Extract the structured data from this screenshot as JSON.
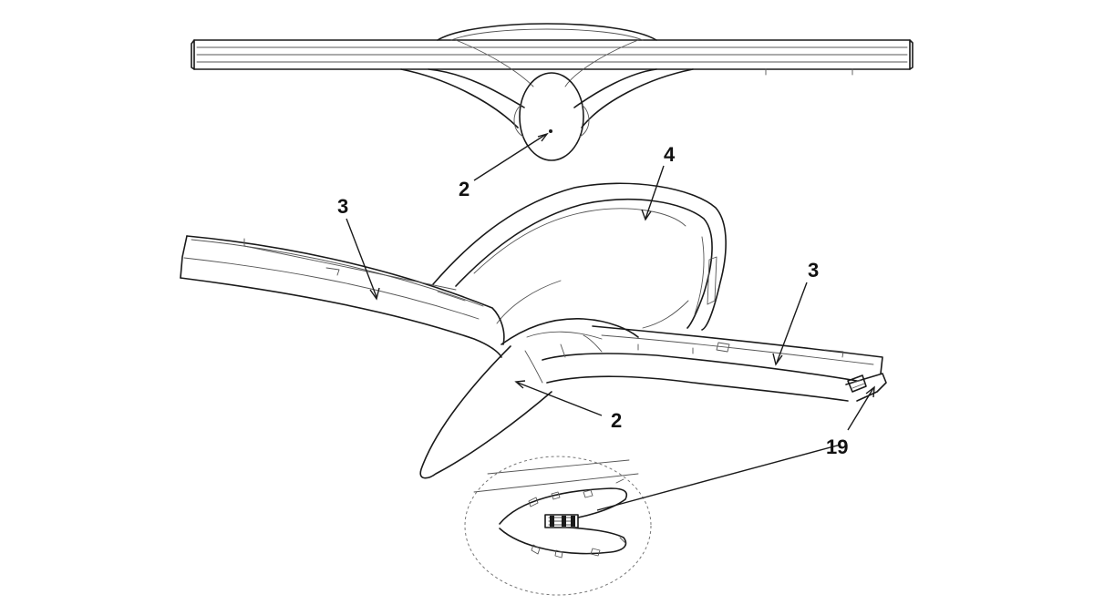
{
  "labels": {
    "fuselage_top": "2",
    "fuselage_bottom": "2",
    "arch": "4",
    "wing_left": "3",
    "wing_right": "3",
    "hinge": "19"
  },
  "colors": {
    "line": "#1a1a1a",
    "background": "#ffffff"
  }
}
